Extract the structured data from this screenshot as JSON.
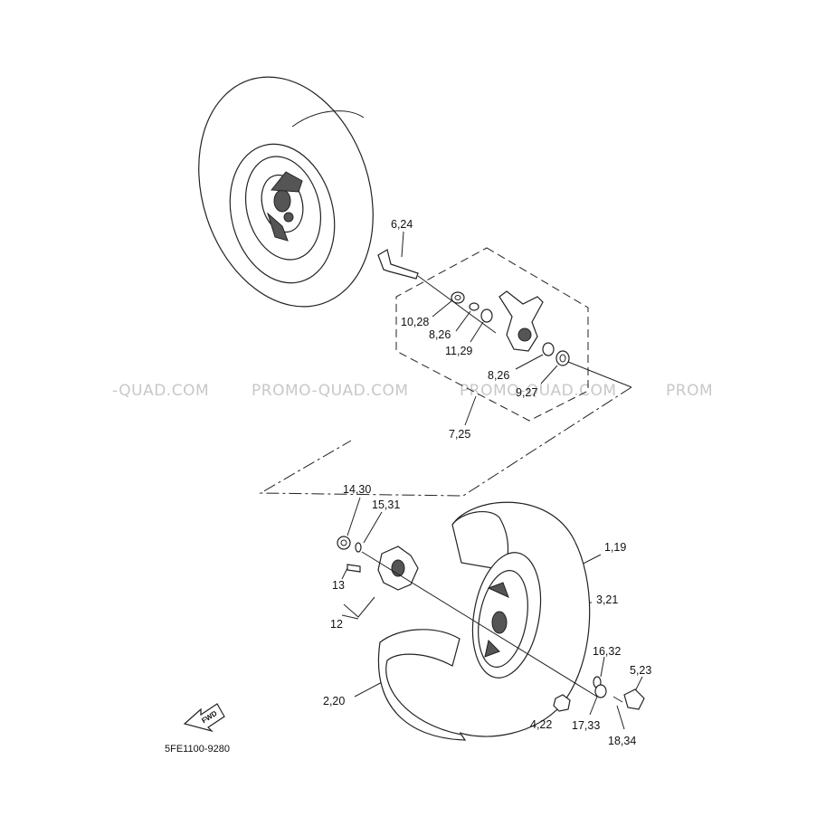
{
  "watermarks": [
    "-QUAD.COM",
    "PROMO-QUAD.COM",
    "PROMO-QUAD.COM",
    "PROM"
  ],
  "callouts": {
    "c_6_24": "6,24",
    "c_10_28": "10,28",
    "c_8_26_a": "8,26",
    "c_11_29": "11,29",
    "c_8_26_b": "8,26",
    "c_9_27": "9,27",
    "c_7_25": "7,25",
    "c_14_30": "14,30",
    "c_15_31": "15,31",
    "c_1_19": "1,19",
    "c_13": "13",
    "c_3_21": "3,21",
    "c_12": "12",
    "c_16_32": "16,32",
    "c_5_23": "5,23",
    "c_2_20": "2,20",
    "c_4_22": "4,22",
    "c_17_33": "17,33",
    "c_18_34": "18,34"
  },
  "fwd_label": "FWD",
  "diagram_code": "5FE1100-9280",
  "colors": {
    "line": "#222222",
    "watermark": "#c8c8c8",
    "background": "#ffffff"
  }
}
